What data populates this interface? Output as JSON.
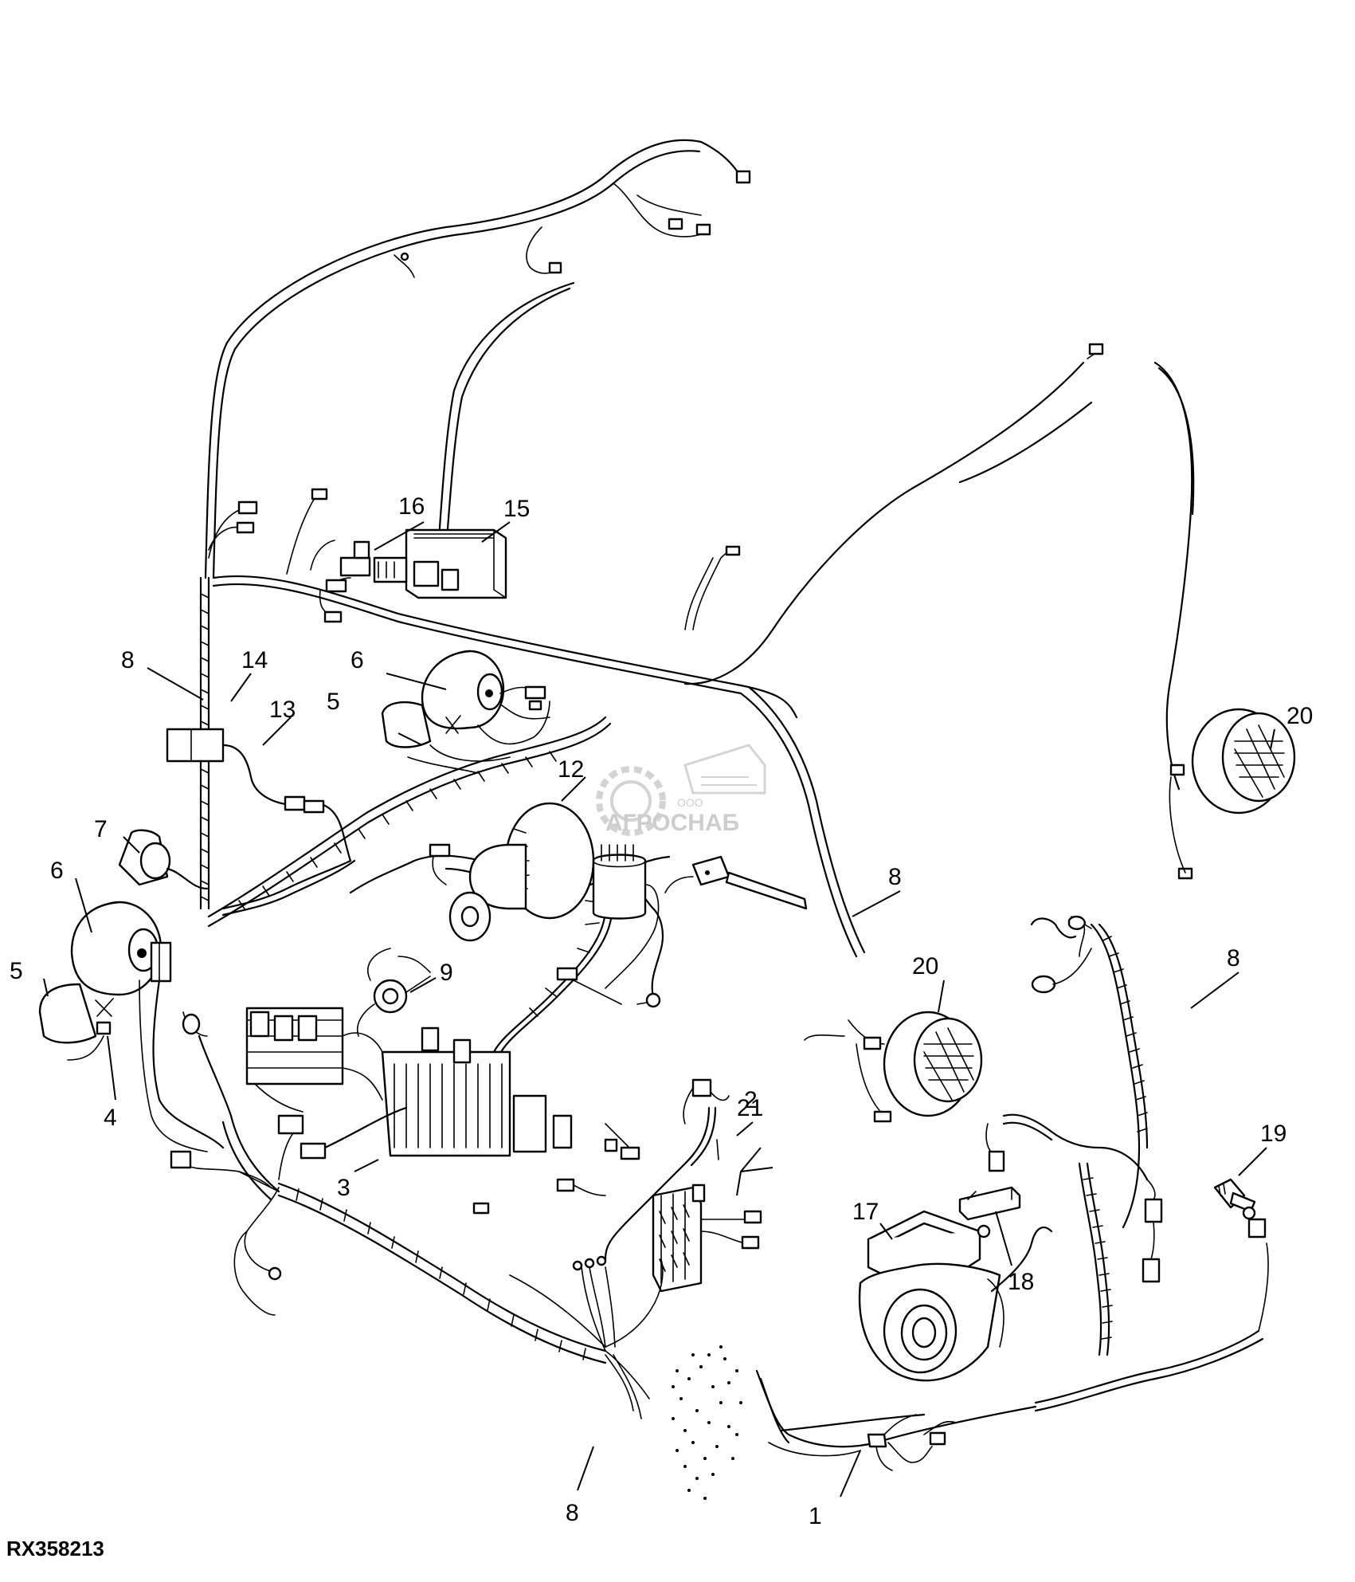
{
  "figure_code": "RX358213",
  "watermark": {
    "prefix": "ООО",
    "name": "АГРОСНАБ"
  },
  "callouts": [
    {
      "id": "c1",
      "label": "1"
    },
    {
      "id": "c2",
      "label": "2"
    },
    {
      "id": "c3",
      "label": "3"
    },
    {
      "id": "c4",
      "label": "4"
    },
    {
      "id": "c5a",
      "label": "5"
    },
    {
      "id": "c5b",
      "label": "5"
    },
    {
      "id": "c6a",
      "label": "6"
    },
    {
      "id": "c6b",
      "label": "6"
    },
    {
      "id": "c7",
      "label": "7"
    },
    {
      "id": "c8a",
      "label": "8"
    },
    {
      "id": "c8b",
      "label": "8"
    },
    {
      "id": "c8c",
      "label": "8"
    },
    {
      "id": "c8d",
      "label": "8"
    },
    {
      "id": "c9",
      "label": "9"
    },
    {
      "id": "c12",
      "label": "12"
    },
    {
      "id": "c13",
      "label": "13"
    },
    {
      "id": "c14",
      "label": "14"
    },
    {
      "id": "c15",
      "label": "15"
    },
    {
      "id": "c16",
      "label": "16"
    },
    {
      "id": "c17",
      "label": "17"
    },
    {
      "id": "c18",
      "label": "18"
    },
    {
      "id": "c19",
      "label": "19"
    },
    {
      "id": "c20a",
      "label": "20"
    },
    {
      "id": "c20b",
      "label": "20"
    },
    {
      "id": "c21",
      "label": "21"
    }
  ]
}
